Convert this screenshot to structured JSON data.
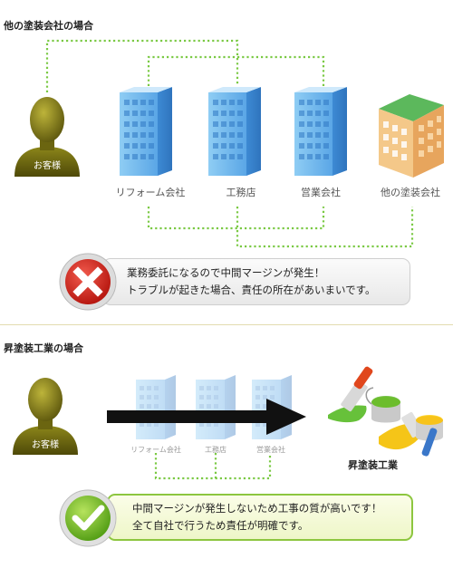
{
  "top": {
    "title": "他の塗装会社の場合",
    "customer": "お客様",
    "buildings": [
      "リフォーム会社",
      "工務店",
      "営業会社",
      "他の塗装会社"
    ],
    "message_lines": [
      "業務委託になるので中間マージンが発生！",
      "トラブルが起きた場合、責任の所在があいまいです。"
    ]
  },
  "bottom": {
    "title": "昇塗装工業の場合",
    "customer": "お客様",
    "buildings": [
      "リフォーム会社",
      "工務店",
      "営業会社"
    ],
    "company": "昇塗装工業",
    "message_lines": [
      "中間マージンが発生しないため工事の質が高いです！",
      "全て自社で行うため責任が明確です。"
    ]
  },
  "colors": {
    "connector": "#7ac943",
    "bad": "#d9251c",
    "good": "#6cbd2d",
    "person": "#6f6a12",
    "building": "#6fb7ee"
  }
}
